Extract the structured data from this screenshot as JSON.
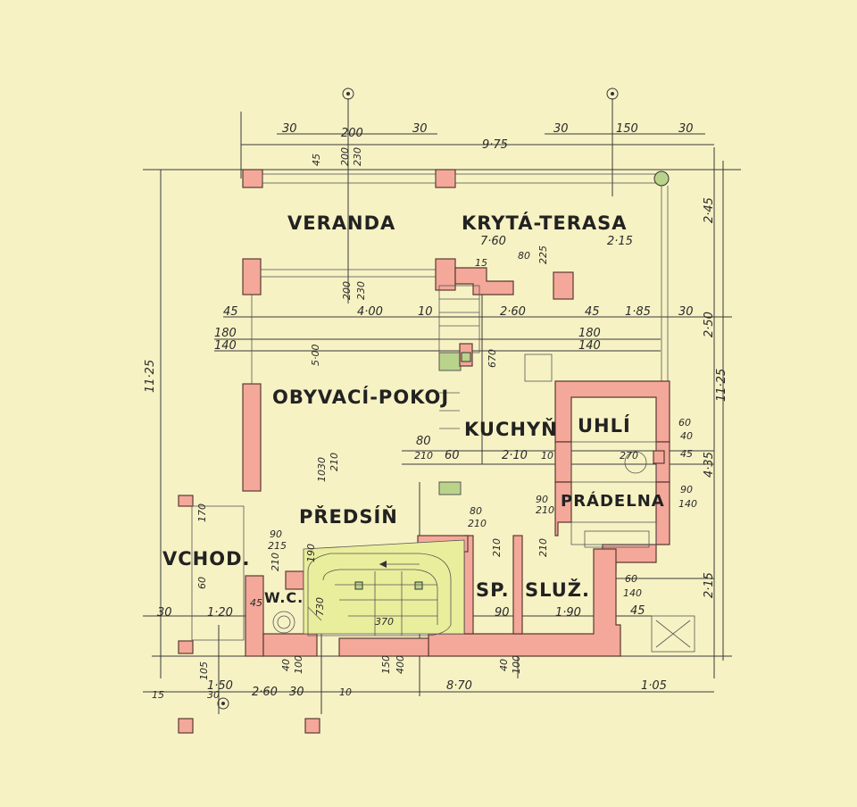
{
  "rooms": {
    "veranda": "VERANDA",
    "terrace": "KRYTÁ-TERASA",
    "living": "OBYVACÍ-POKOJ",
    "kitchen": "KUCHYŇ",
    "coal": "UHLÍ",
    "laundry": "PRÁDELNA",
    "hall": "PŘEDSÍŇ",
    "entrance": "VCHOD.",
    "wc": "W.C.",
    "pantry": "SP.",
    "maid": "SLUŽ."
  },
  "dims": {
    "top_30a": "30",
    "top_200": "200",
    "top_30b": "30",
    "top_30c": "30",
    "top_150": "150",
    "top_30d": "30",
    "total_975": "9·75",
    "v_45": "45",
    "v_200a": "200",
    "v_230a": "230",
    "ter_760": "7·60",
    "ter_215": "2·15",
    "side_245": "2·45",
    "side_250": "2·50",
    "side_1125": "11·25",
    "side_435": "4·35",
    "side_215": "2·15",
    "left_1125": "11·25",
    "d_15": "15",
    "d_80": "80",
    "d_225": "225",
    "d_200b": "200",
    "d_230b": "230",
    "r_45a": "45",
    "r_400": "4·00",
    "r_10": "10",
    "r_260": "2·60",
    "r_45b": "45",
    "r_185": "1·85",
    "r_30": "30",
    "w_180a": "180",
    "w_140a": "140",
    "w_180b": "180",
    "w_140b": "140",
    "h_500": "5·00",
    "h_670": "670",
    "k_60": "60",
    "k_40": "40",
    "k_45": "45",
    "k_90": "90",
    "k_140": "140",
    "b_80": "80",
    "b_210": "210",
    "b_60": "60",
    "b_210k": "2·10",
    "b_10": "10",
    "b_270": "270",
    "h_1030": "1030",
    "h_210": "210",
    "l_90": "90",
    "l_210": "210",
    "p_80": "80",
    "p_210": "210",
    "hall_90": "90",
    "hall_215": "215",
    "hall_190": "190",
    "e_170": "170",
    "e_60": "60",
    "e_210": "210",
    "e_730": "730",
    "e_30": "30",
    "e_120": "1·20",
    "e_45": "45",
    "e_105": "105",
    "sp_210a": "210",
    "sp_210b": "210",
    "sp_90": "90",
    "sp_190": "1·90",
    "sp_60": "60",
    "sp_140": "140",
    "sp_45": "45",
    "s_370": "370",
    "bt_15": "15",
    "bt_150": "1·50",
    "bt_30a": "30",
    "bt_260": "2·60",
    "bt_30b": "30",
    "bt_10": "10",
    "bt_40a": "40",
    "bt_100a": "100",
    "bt_150b": "150",
    "bt_400": "400",
    "bt_870": "8·70",
    "bt_40b": "40",
    "bt_100b": "100",
    "bt_105": "1·05"
  },
  "colors": {
    "paper": "#f7f2c4",
    "wall": "#f4a89a",
    "green": "#b9d48a",
    "yellow": "#e9ee9c"
  }
}
